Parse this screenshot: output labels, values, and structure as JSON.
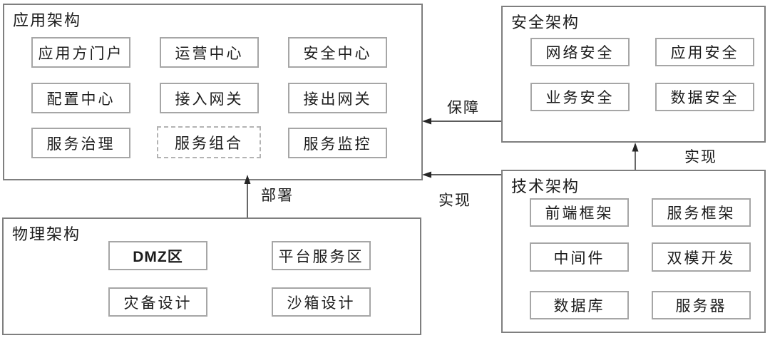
{
  "colors": {
    "background": "#ffffff",
    "outer_border": "#7f7f7f",
    "inner_border": "#a6a6a6",
    "dashed_border": "#b3b3b3",
    "text": "#1c1c1c",
    "arrow": "#262626"
  },
  "groups": [
    {
      "title": "应用架构",
      "items": [
        {
          "label": "应用方门户"
        },
        {
          "label": "运营中心"
        },
        {
          "label": "安全中心"
        },
        {
          "label": "配置中心"
        },
        {
          "label": "接入网关"
        },
        {
          "label": "接出网关"
        },
        {
          "label": "服务治理"
        },
        {
          "label": "服务组合",
          "style": "dashed"
        },
        {
          "label": "服务监控"
        }
      ]
    },
    {
      "title": "安全架构",
      "items": [
        {
          "label": "网络安全"
        },
        {
          "label": "应用安全"
        },
        {
          "label": "业务安全"
        },
        {
          "label": "数据安全"
        }
      ]
    },
    {
      "title": "技术架构",
      "items": [
        {
          "label": "前端框架"
        },
        {
          "label": "服务框架"
        },
        {
          "label": "中间件"
        },
        {
          "label": "双模开发"
        },
        {
          "label": "数据库"
        },
        {
          "label": "服务器"
        }
      ]
    },
    {
      "title": "物理架构",
      "items": [
        {
          "label": "DMZ区"
        },
        {
          "label": "平台服务区"
        },
        {
          "label": "灾备设计"
        },
        {
          "label": "沙箱设计"
        }
      ]
    }
  ],
  "arrows": [
    {
      "label": "保障",
      "from": "安全架构",
      "to": "应用架构",
      "direction": "left"
    },
    {
      "label": "实现",
      "from": "技术架构",
      "to": "应用架构",
      "direction": "left"
    },
    {
      "label": "实现",
      "from": "技术架构",
      "to": "安全架构",
      "direction": "up"
    },
    {
      "label": "部署",
      "from": "物理架构",
      "to": "应用架构",
      "direction": "up"
    }
  ]
}
